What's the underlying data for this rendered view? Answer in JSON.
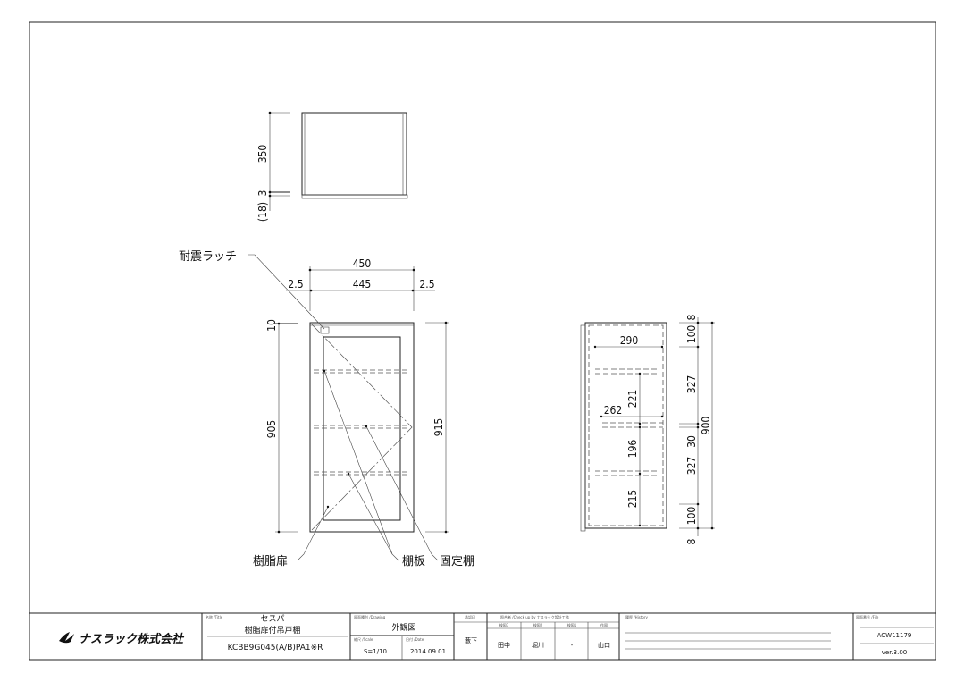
{
  "top_view": {
    "dims": {
      "depth": "350",
      "gap": "3",
      "door": "(18)"
    }
  },
  "front_view": {
    "dims": {
      "overall_width": "450",
      "inner_width": "445",
      "left_gap": "2.5",
      "right_gap": "2.5",
      "top_gap": "10",
      "door_height": "905",
      "overall_height": "915"
    },
    "labels": {
      "latch": "耐震ラッチ",
      "door": "樹脂扉",
      "shelf": "棚板",
      "fixed_shelf": "固定棚"
    }
  },
  "side_view": {
    "dims": {
      "depth": "290",
      "shelf_depth": "262",
      "upper_pitch": "221",
      "lower_pitch": "196",
      "bottom_pitch": "215",
      "top_8": "8",
      "top_100": "100",
      "upper_327": "327",
      "mid_30": "30",
      "lower_327": "327",
      "bottom_100": "100",
      "bottom_8": "8",
      "total": "900"
    }
  },
  "title_block": {
    "company": "ナスラック株式会社",
    "title_label": "名称 /Title",
    "series": "セスパ",
    "product": "樹脂扉付吊戸棚",
    "model": "KCBB9G045(A/B)PA1※R",
    "drawing_label": "図面種別 /Drawing",
    "drawing_type": "外観図",
    "scale_label": "縮尺 /Scale",
    "scale": "S=1/10",
    "date_label": "日付 /Date",
    "date": "2014.09.01",
    "approval_label": "承認印",
    "approver": "藪下",
    "check_label": "照合者 /Check up by ナスラック設計工務",
    "checkers": [
      {
        "role": "検図3",
        "name": "田中"
      },
      {
        "role": "検図2",
        "name": "堀川"
      },
      {
        "role": "検図1",
        "name": "-"
      },
      {
        "role": "作図",
        "name": "山口"
      }
    ],
    "history_label": "履歴 /History",
    "file_label": "図面番号 /File",
    "file_no": "ACW11179",
    "version": "ver.3.00"
  }
}
